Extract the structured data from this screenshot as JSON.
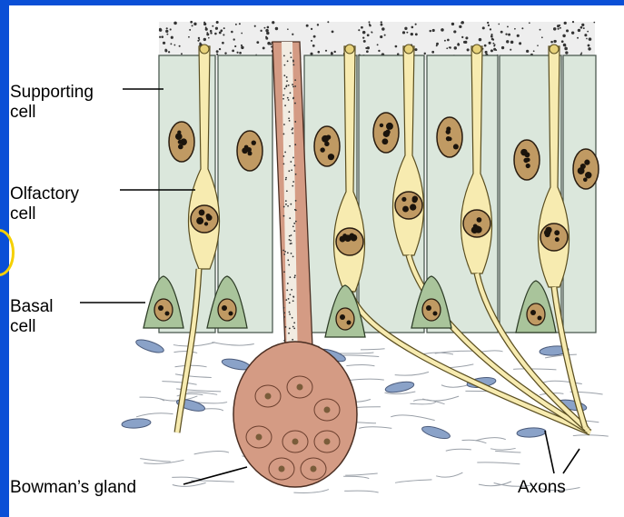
{
  "labels": {
    "supporting_cell": [
      "Supporting",
      "cell"
    ],
    "olfactory_cell": [
      "Olfactory",
      "cell"
    ],
    "basal_cell": [
      "Basal",
      "cell"
    ],
    "bowmans_gland": "Bowman’s gland",
    "axons": "Axons"
  },
  "colors": {
    "background_border": "#0a4fd6",
    "highlight_ring": "#f5d000",
    "supporting_cell": "#dbe7dc",
    "olfactory_cell": "#f7ebb0",
    "basal_cell": "#a9c49b",
    "gland": "#d49b84",
    "nucleus": "#c09a63",
    "connective_cell": "#8aa2c8"
  }
}
